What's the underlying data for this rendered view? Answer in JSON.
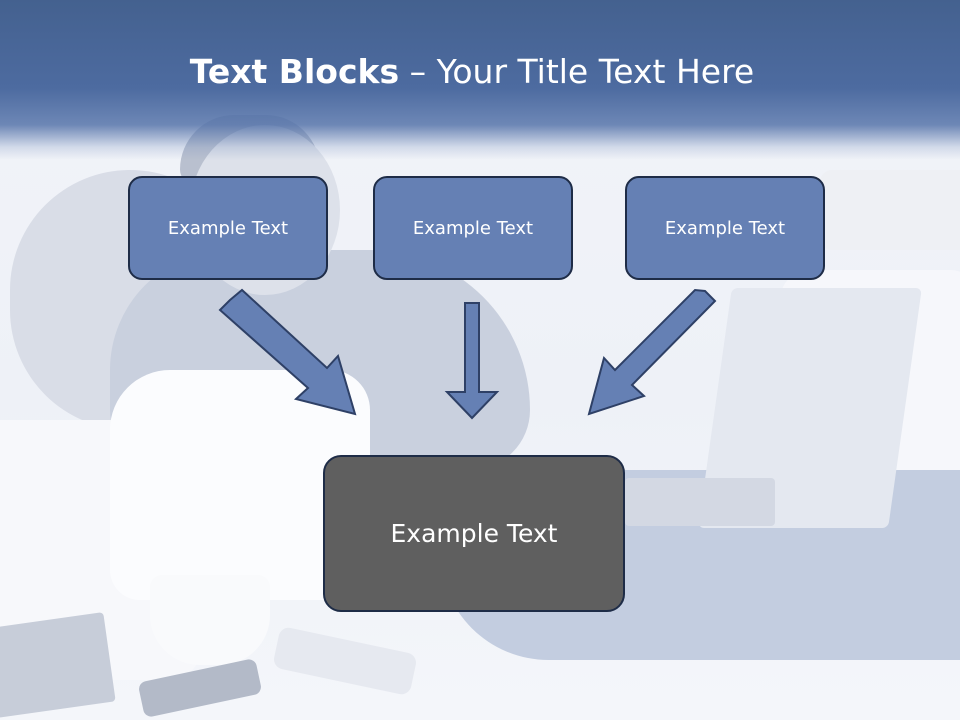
{
  "title": {
    "bold_part": "Text Blocks",
    "separator": " – ",
    "regular_part": "Your Title Text Here"
  },
  "boxes": {
    "top": [
      "Example Text",
      "Example Text",
      "Example Text"
    ],
    "center": "Example Text"
  },
  "colors": {
    "title_band": "#4d6ba0",
    "box_fill": "#6580b4",
    "box_border": "#1e2c47",
    "center_fill": "#5f5f5f",
    "text": "#ffffff"
  }
}
